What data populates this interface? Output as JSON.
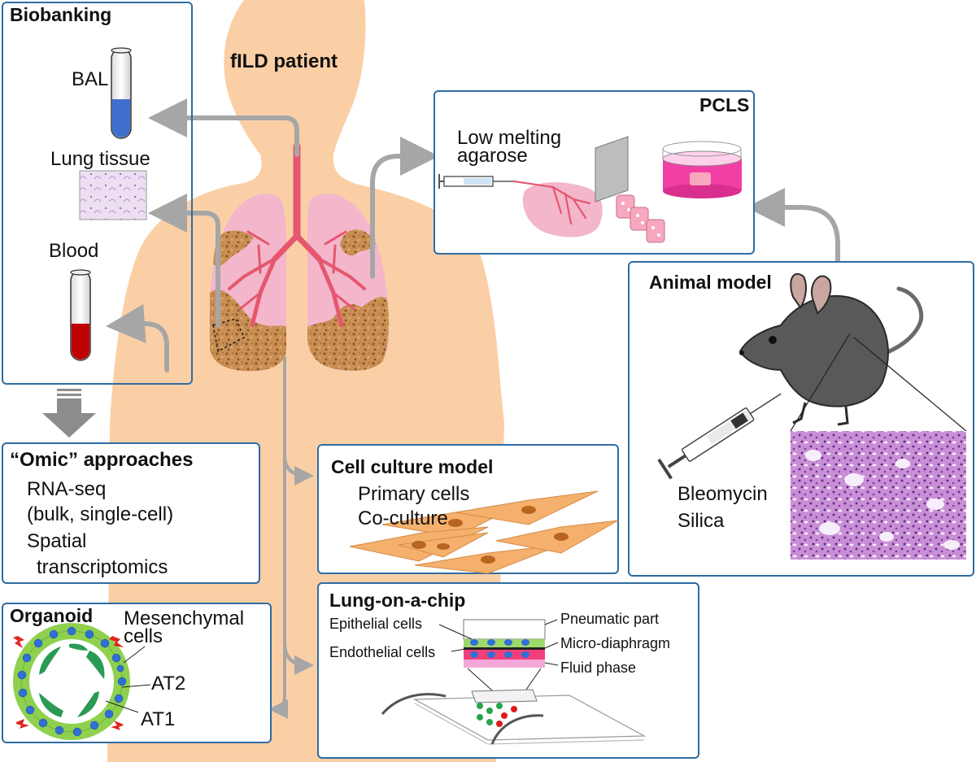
{
  "patient": {
    "label": "fILD patient"
  },
  "biobanking": {
    "title": "Biobanking",
    "bal": "BAL",
    "lung_tissue": "Lung tissue",
    "blood": "Blood"
  },
  "pcls": {
    "title": "PCLS",
    "agarose_line1": "Low melting",
    "agarose_line2": "agarose"
  },
  "animal_model": {
    "title": "Animal model",
    "agent1": "Bleomycin",
    "agent2": "Silica"
  },
  "omics": {
    "title": "“Omic” approaches",
    "line1": "RNA-seq",
    "line2": "(bulk, single-cell)",
    "line3": "Spatial",
    "line4": "transcriptomics"
  },
  "cell_culture": {
    "title": "Cell culture model",
    "line1": "Primary cells",
    "line2": "Co-culture"
  },
  "organoid": {
    "title": "Organoid",
    "mesenchymal_line1": "Mesenchymal",
    "mesenchymal_line2": "cells",
    "at2": "AT2",
    "at1": "AT1"
  },
  "chip": {
    "title": "Lung-on-a-chip",
    "epithelial": "Epithelial cells",
    "endothelial": "Endothelial cells",
    "pneumatic": "Pneumatic part",
    "diaphragm": "Micro-diaphragm",
    "fluid": "Fluid phase"
  },
  "colors": {
    "box_border": "#2e6ca3",
    "arrow": "#a6a6a6",
    "skin": "#fbcfa6",
    "lung": "#f3b6cb",
    "airway": "#e6566f",
    "fibrosis": "#c1874a",
    "bal_fluid": "#3f6fce",
    "blood_fluid": "#c00000",
    "fibroblast": "#f4b06c",
    "cell_green": "#8fd14f",
    "nucleus_blue": "#2f6fd6"
  }
}
